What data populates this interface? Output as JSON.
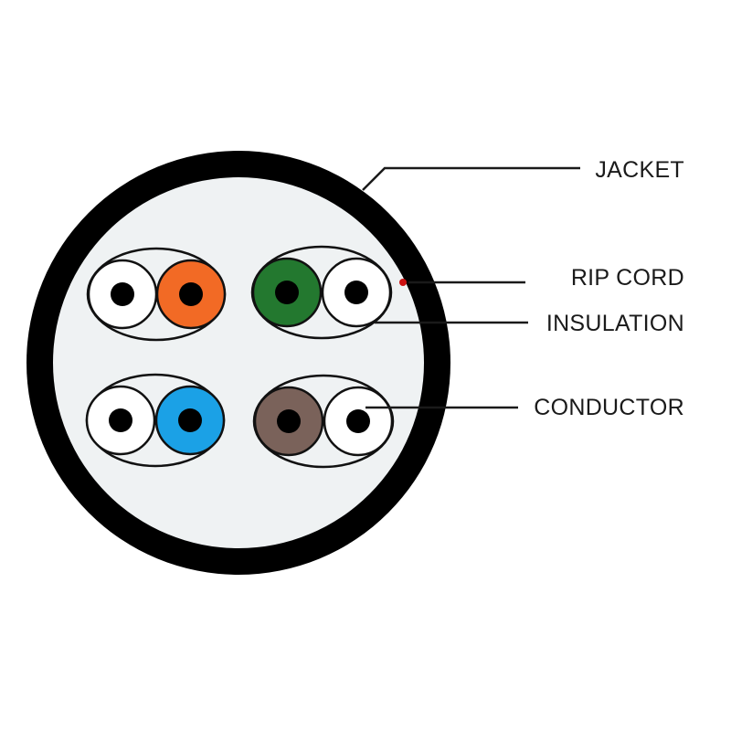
{
  "labels": {
    "jacket": "JACKET",
    "rip_cord": "RIP CORD",
    "insulation": "INSULATION",
    "conductor": "CONDUCTOR"
  },
  "colors": {
    "jacket": "#000000",
    "filler": "#eff2f3",
    "pair_outline": "#111111",
    "white_insulation": "#ffffff",
    "conductor": "#000000",
    "rip_cord": "#cc1111",
    "orange": "#f26a25",
    "green": "#23782f",
    "blue": "#1ba1e6",
    "brown": "#7a625a"
  },
  "pairs": [
    {
      "name": "orange-pair",
      "colored_wire": "orange"
    },
    {
      "name": "green-pair",
      "colored_wire": "green"
    },
    {
      "name": "blue-pair",
      "colored_wire": "blue"
    },
    {
      "name": "brown-pair",
      "colored_wire": "brown"
    }
  ]
}
